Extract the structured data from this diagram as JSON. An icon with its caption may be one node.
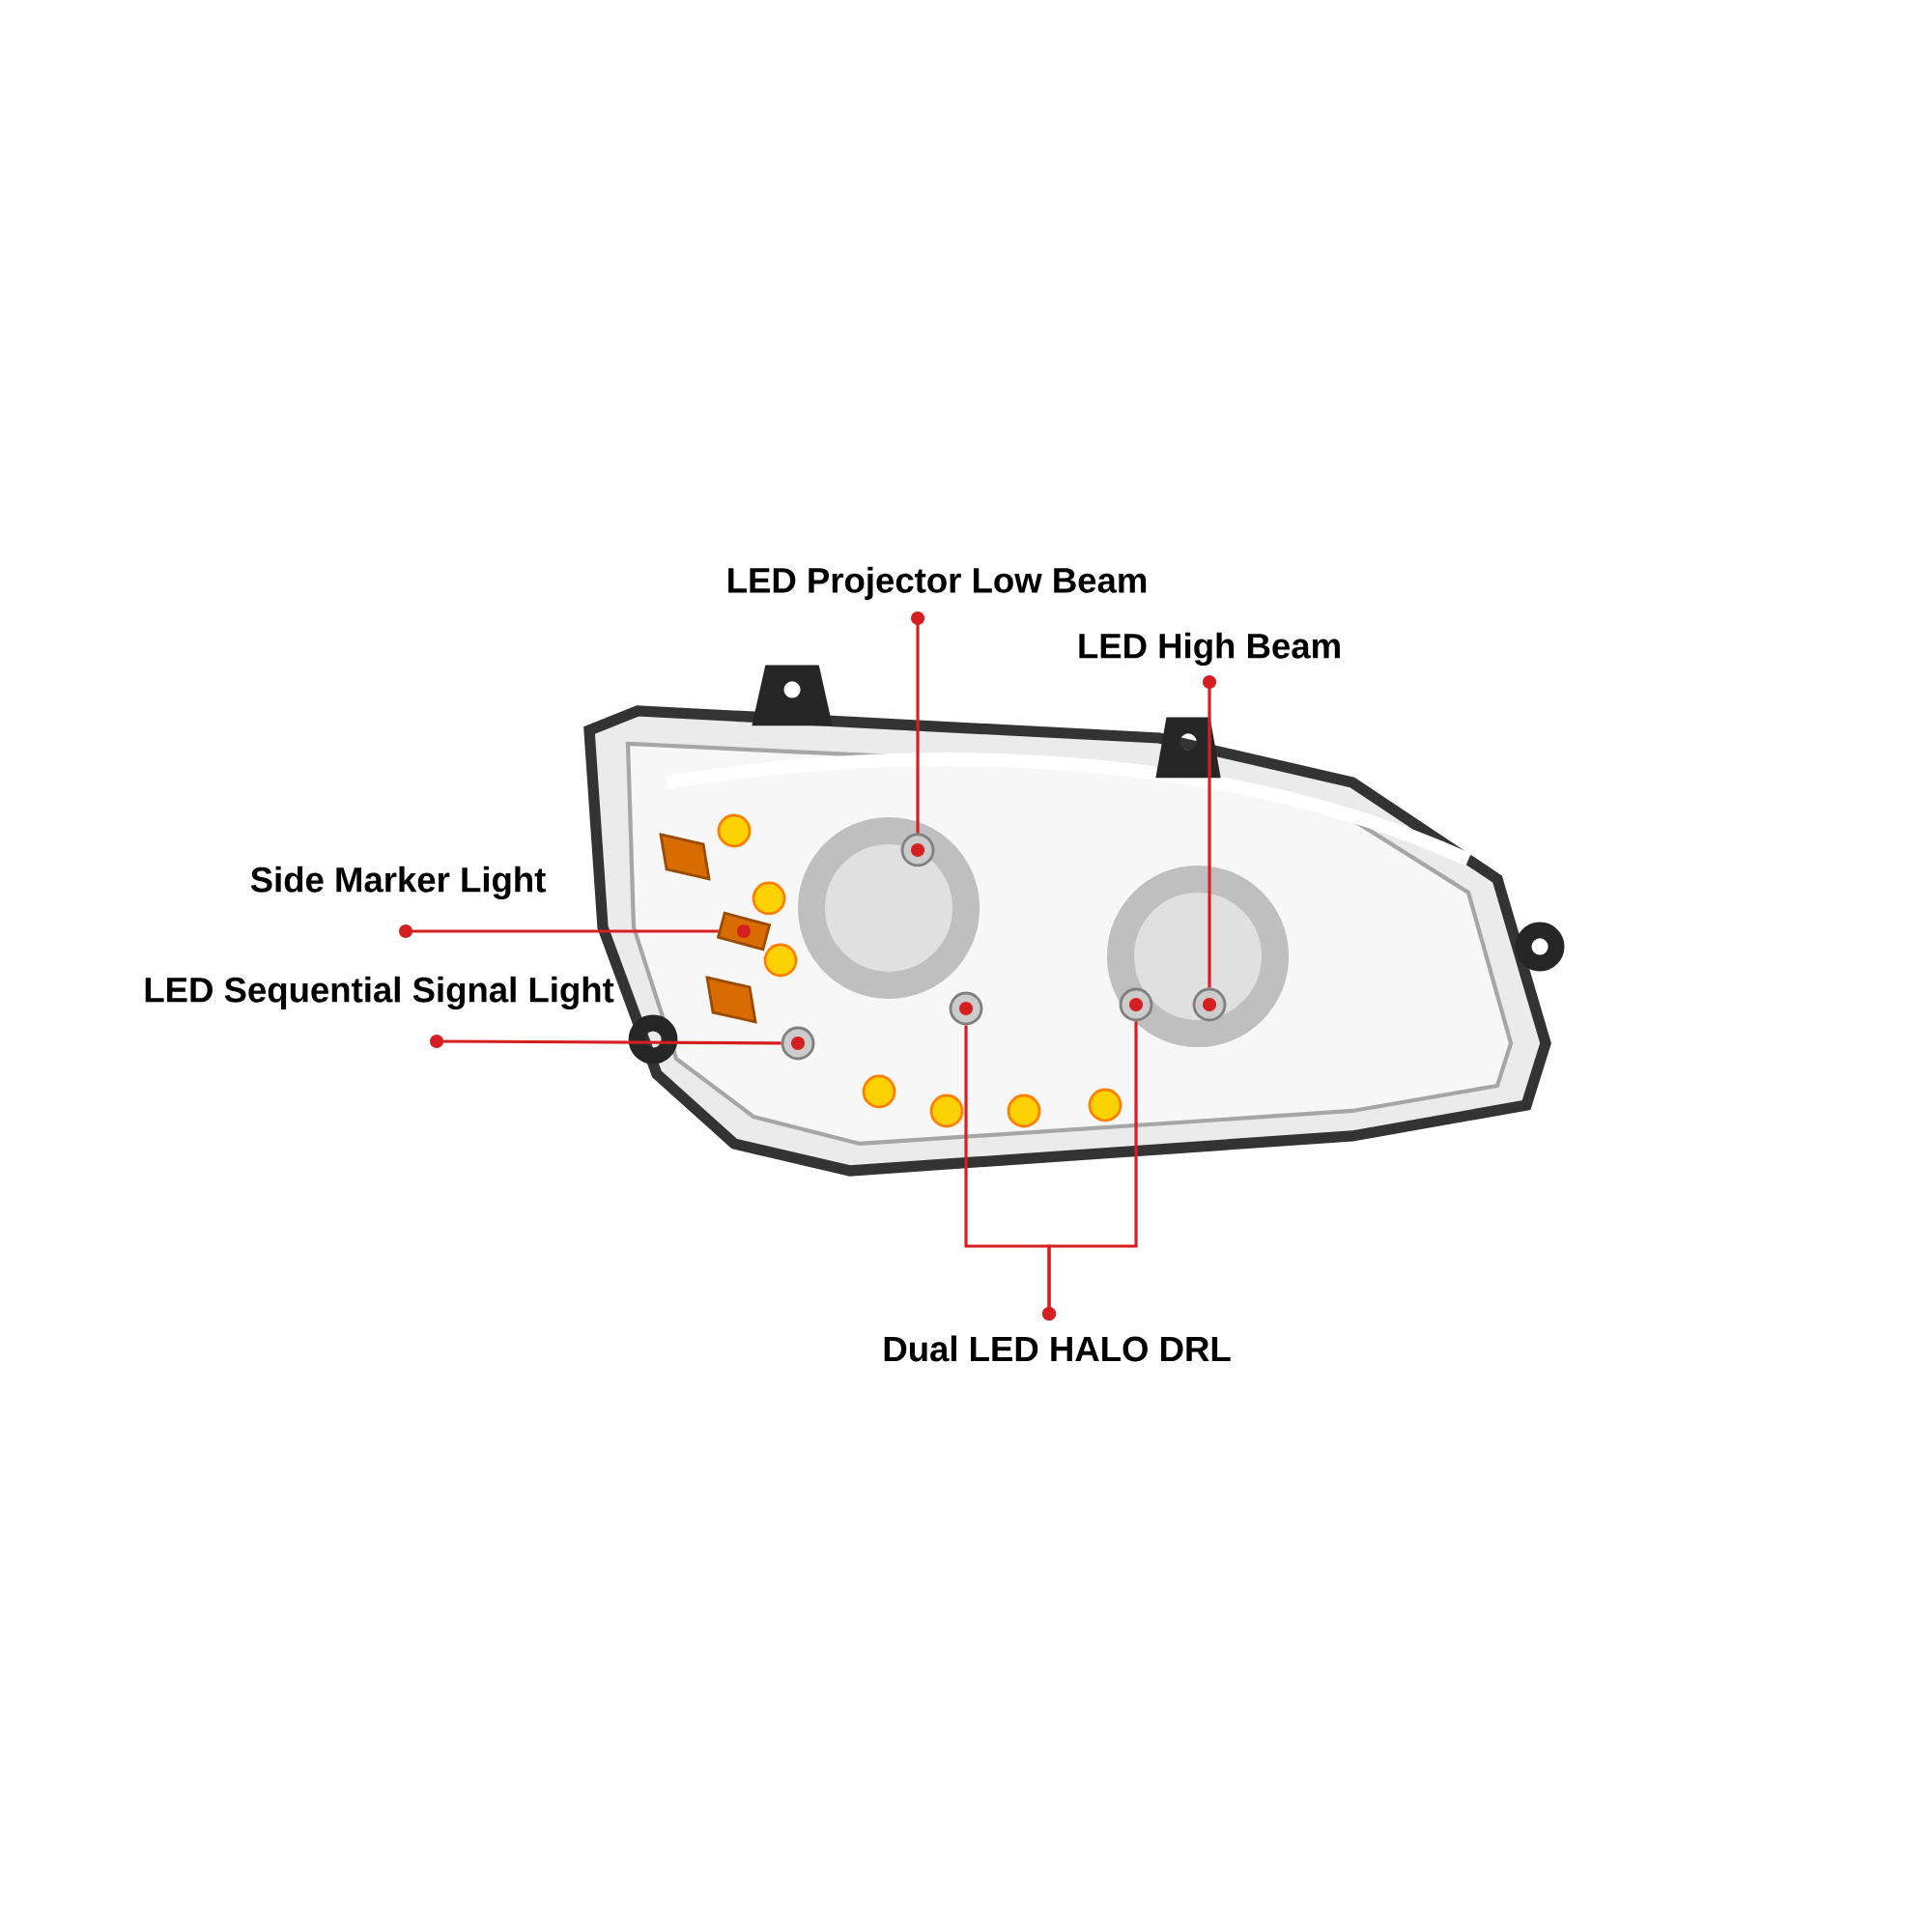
{
  "diagram": {
    "nodes": [
      {
        "text": [
          "LED Projector Low Beam"
        ]
      },
      {
        "text": [
          "LED High Beam"
        ]
      },
      {
        "text": [
          "Side Marker Light"
        ]
      },
      {
        "text": [
          "LED Sequential Signal Light"
        ]
      },
      {
        "text": [
          "Dual LED HALO DRL"
        ]
      },
      {
        "text": [],
        "shape": "circle"
      },
      {
        "text": [],
        "shape": "circle"
      },
      {
        "text": [],
        "shape": "bar"
      },
      {
        "text": [],
        "shape": "circle"
      },
      {
        "text": [],
        "shape": "circle"
      },
      {
        "text": [],
        "shape": "circle"
      }
    ],
    "edges": [
      {
        "from": 0,
        "to": 5,
        "arrow": "other"
      },
      {
        "from": 1,
        "to": 6,
        "arrow": "other"
      },
      {
        "from": 2,
        "to": 7,
        "arrow": "other"
      },
      {
        "from": 3,
        "to": 8,
        "arrow": "other"
      },
      {
        "from": 4,
        "to": 9,
        "arrow": "other"
      },
      {
        "from": 4,
        "to": 10,
        "arrow": "other"
      }
    ]
  }
}
